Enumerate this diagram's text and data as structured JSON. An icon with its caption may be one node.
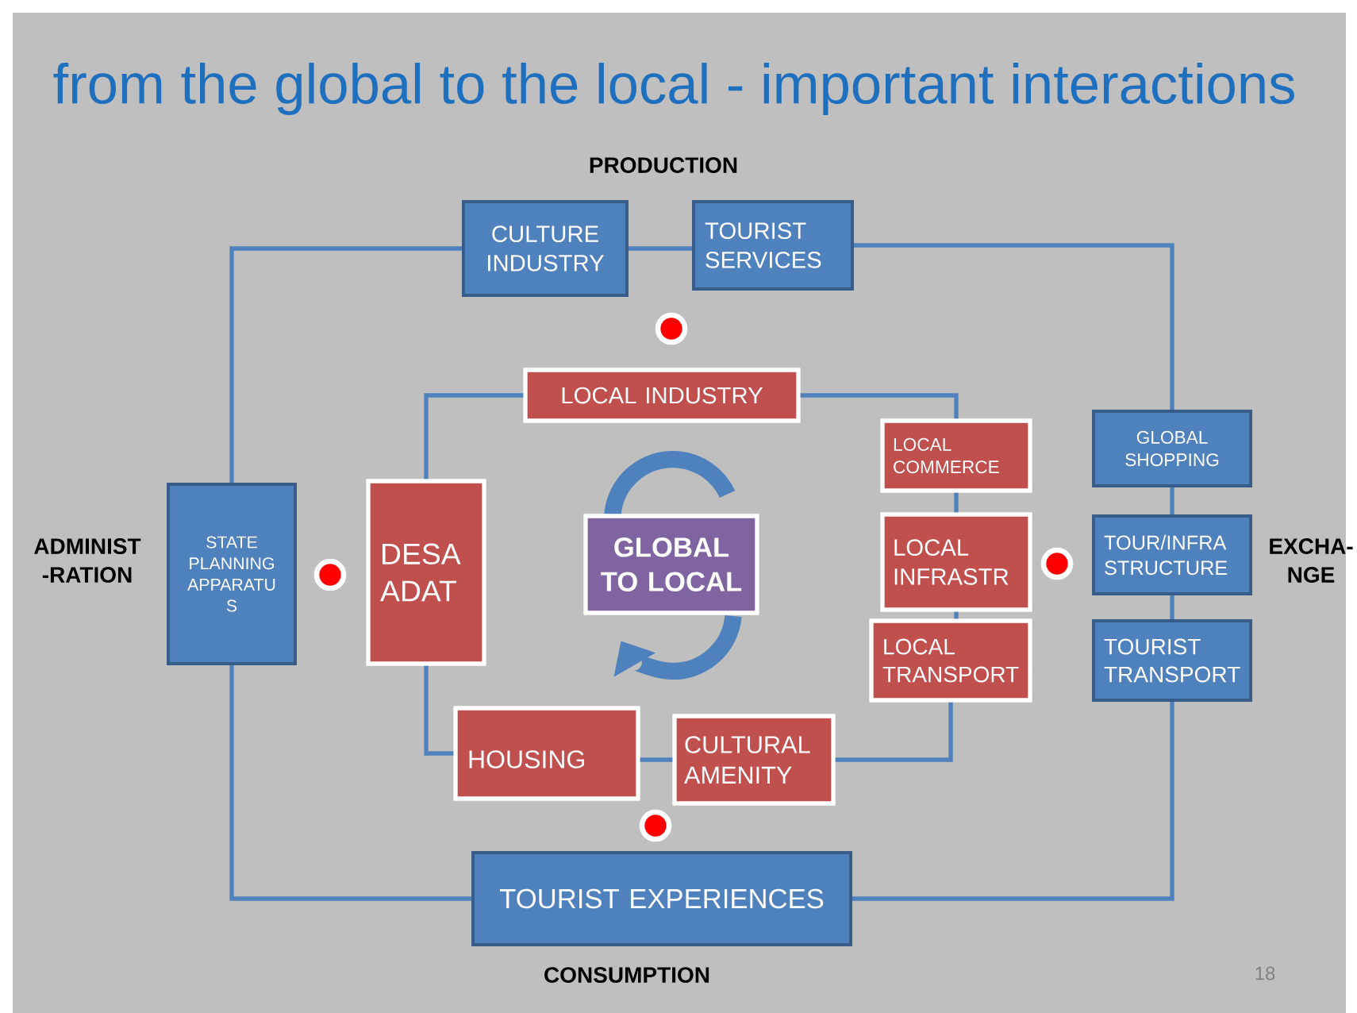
{
  "diagram": {
    "title": "from the global to the local - important  interactions",
    "nodes": [
      {
        "text": [
          "CULTURE INDUSTRY"
        ]
      },
      {
        "text": [
          "TOURIST SERVICES"
        ]
      },
      {
        "text": [
          "STATE PLANNING APPARATU S"
        ]
      },
      {
        "text": [
          "DESA ADAT"
        ]
      },
      {
        "text": [
          "LOCAL INDUSTRY"
        ]
      },
      {
        "text": [
          "GLOBAL TO LOCAL"
        ]
      },
      {
        "text": [
          "LOCAL COMMERCE"
        ]
      },
      {
        "text": [
          "LOCAL INFRASTR"
        ]
      },
      {
        "text": [
          "LOCAL TRANSPORT"
        ]
      },
      {
        "text": [
          "GLOBAL SHOPPING"
        ]
      },
      {
        "text": [
          "TOUR/INFRA STRUCTURE"
        ]
      },
      {
        "text": [
          "TOURIST TRANSPORT"
        ]
      },
      {
        "text": [
          "HOUSING"
        ]
      },
      {
        "text": [
          "CULTURAL AMENITY"
        ]
      },
      {
        "text": [
          "TOURIST EXPERIENCES"
        ]
      }
    ],
    "edges": [
      {
        "from": 0,
        "to": 2,
        "arrow": "none"
      },
      {
        "from": 0,
        "to": 1,
        "arrow": "none"
      },
      {
        "from": 1,
        "to": 9,
        "arrow": "none"
      },
      {
        "from": 9,
        "to": 10,
        "arrow": "none"
      },
      {
        "from": 10,
        "to": 11,
        "arrow": "none"
      },
      {
        "from": 11,
        "to": 14,
        "arrow": "none"
      },
      {
        "from": 2,
        "to": 14,
        "arrow": "none"
      },
      {
        "from": 4,
        "to": 3,
        "arrow": "none"
      },
      {
        "from": 4,
        "to": 6,
        "arrow": "none"
      },
      {
        "from": 6,
        "to": 7,
        "arrow": "none"
      },
      {
        "from": 7,
        "to": 8,
        "arrow": "none"
      },
      {
        "from": 8,
        "to": 13,
        "arrow": "none"
      },
      {
        "from": 13,
        "to": 12,
        "arrow": "none"
      },
      {
        "from": 12,
        "to": 3,
        "arrow": "none"
      }
    ],
    "labels": [
      "PRODUCTION",
      "ADMINIST -RATION",
      "EXCHA- NGE",
      "CONSUMPTION",
      "18"
    ]
  }
}
